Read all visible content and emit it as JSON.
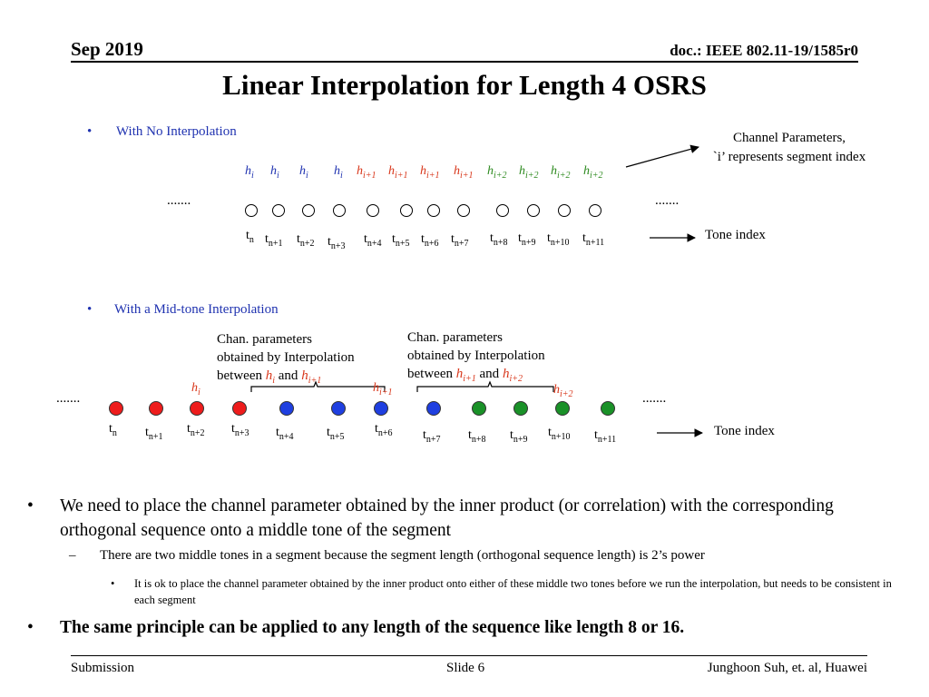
{
  "header": {
    "date": "Sep 2019",
    "doc": "doc.: IEEE 802.11-19/1585r0"
  },
  "title": "Linear Interpolation for Length 4 OSRS",
  "colors": {
    "blue_text": "#1f32b0",
    "blue_h": "#1f32b0",
    "red_h": "#d8361a",
    "green_h": "#2d8a1f",
    "dot_red": "#ee1c1c",
    "dot_blue": "#1f3fe0",
    "dot_green": "#1a9128"
  },
  "section1": {
    "bullet": "•",
    "label": "With No Interpolation",
    "h_labels": [
      {
        "base": "h",
        "sub": "i",
        "color": "blue"
      },
      {
        "base": "h",
        "sub": "i",
        "color": "blue"
      },
      {
        "base": "h",
        "sub": "i",
        "color": "blue"
      },
      {
        "base": "h",
        "sub": "i",
        "color": "blue"
      },
      {
        "base": "h",
        "sub": "i+1",
        "color": "red"
      },
      {
        "base": "h",
        "sub": "i+1",
        "color": "red"
      },
      {
        "base": "h",
        "sub": "i+1",
        "color": "red"
      },
      {
        "base": "h",
        "sub": "i+1",
        "color": "red"
      },
      {
        "base": "h",
        "sub": "i+2",
        "color": "green"
      },
      {
        "base": "h",
        "sub": "i+2",
        "color": "green"
      },
      {
        "base": "h",
        "sub": "i+2",
        "color": "green"
      },
      {
        "base": "h",
        "sub": "i+2",
        "color": "green"
      }
    ],
    "left_dots": ".......",
    "right_dots": ".......",
    "tones": [
      {
        "base": "t",
        "sub": "n"
      },
      {
        "base": "t",
        "sub": "n+1"
      },
      {
        "base": "t",
        "sub": "n+2"
      },
      {
        "base": "t",
        "sub": "n+3"
      },
      {
        "base": "t",
        "sub": "n+4"
      },
      {
        "base": "t",
        "sub": "n+5"
      },
      {
        "base": "t",
        "sub": "n+6"
      },
      {
        "base": "t",
        "sub": "n+7"
      },
      {
        "base": "t",
        "sub": "n+8"
      },
      {
        "base": "t",
        "sub": "n+9"
      },
      {
        "base": "t",
        "sub": "n+10"
      },
      {
        "base": "t",
        "sub": "n+11"
      }
    ],
    "channel_params_line1": "Channel Parameters,",
    "channel_params_line2": "`i’ represents segment index",
    "tone_index": "Tone index"
  },
  "section2": {
    "bullet": "•",
    "label": "With a Mid-tone Interpolation",
    "note1": {
      "line1": "Chan. parameters",
      "line2": "obtained by Interpolation",
      "between": "between ",
      "and": " and ",
      "h_a": {
        "base": "h",
        "sub": "i"
      },
      "h_b": {
        "base": "h",
        "sub": "i+1"
      }
    },
    "note2": {
      "line1": "Chan. parameters",
      "line2": "obtained by Interpolation",
      "between": "between ",
      "and": " and ",
      "h_a": {
        "base": "h",
        "sub": "i+1"
      },
      "h_b": {
        "base": "h",
        "sub": "i+2"
      }
    },
    "h_marks": [
      {
        "base": "h",
        "sub": "i"
      },
      {
        "base": "h",
        "sub": "i+1"
      },
      {
        "base": "h",
        "sub": "i+2"
      }
    ],
    "left_dots": ".......",
    "right_dots": ".......",
    "dot_colors": [
      "red",
      "red",
      "red",
      "red",
      "blue",
      "blue",
      "blue",
      "blue",
      "green",
      "green",
      "green",
      "green"
    ],
    "tones": [
      {
        "base": "t",
        "sub": "n"
      },
      {
        "base": "t",
        "sub": "n+1"
      },
      {
        "base": "t",
        "sub": "n+2"
      },
      {
        "base": "t",
        "sub": "n+3"
      },
      {
        "base": "t",
        "sub": "n+4"
      },
      {
        "base": "t",
        "sub": "n+5"
      },
      {
        "base": "t",
        "sub": "n+6"
      },
      {
        "base": "t",
        "sub": "n+7"
      },
      {
        "base": "t",
        "sub": "n+8"
      },
      {
        "base": "t",
        "sub": "n+9"
      },
      {
        "base": "t",
        "sub": "n+10"
      },
      {
        "base": "t",
        "sub": "n+11"
      }
    ],
    "tone_index": "Tone index"
  },
  "bullets": {
    "b1_mark": "•",
    "b1": "We need to place the channel parameter obtained by the inner product (or correlation) with the corresponding orthogonal sequence onto a middle tone of the segment",
    "b2_mark": "–",
    "b2": "There are two middle tones in a segment because the segment length (orthogonal sequence length) is 2’s power",
    "b3_mark": "•",
    "b3": "It is ok to place the channel parameter obtained by the inner product onto either of these middle two tones  before we run the interpolation, but needs to be consistent in each segment",
    "b4_mark": "•",
    "b4": "The same principle can be applied to any length of the sequence like length 8 or 16."
  },
  "footer": {
    "left": "Submission",
    "center": "Slide 6",
    "right": "Junghoon Suh, et. al, Huawei"
  }
}
